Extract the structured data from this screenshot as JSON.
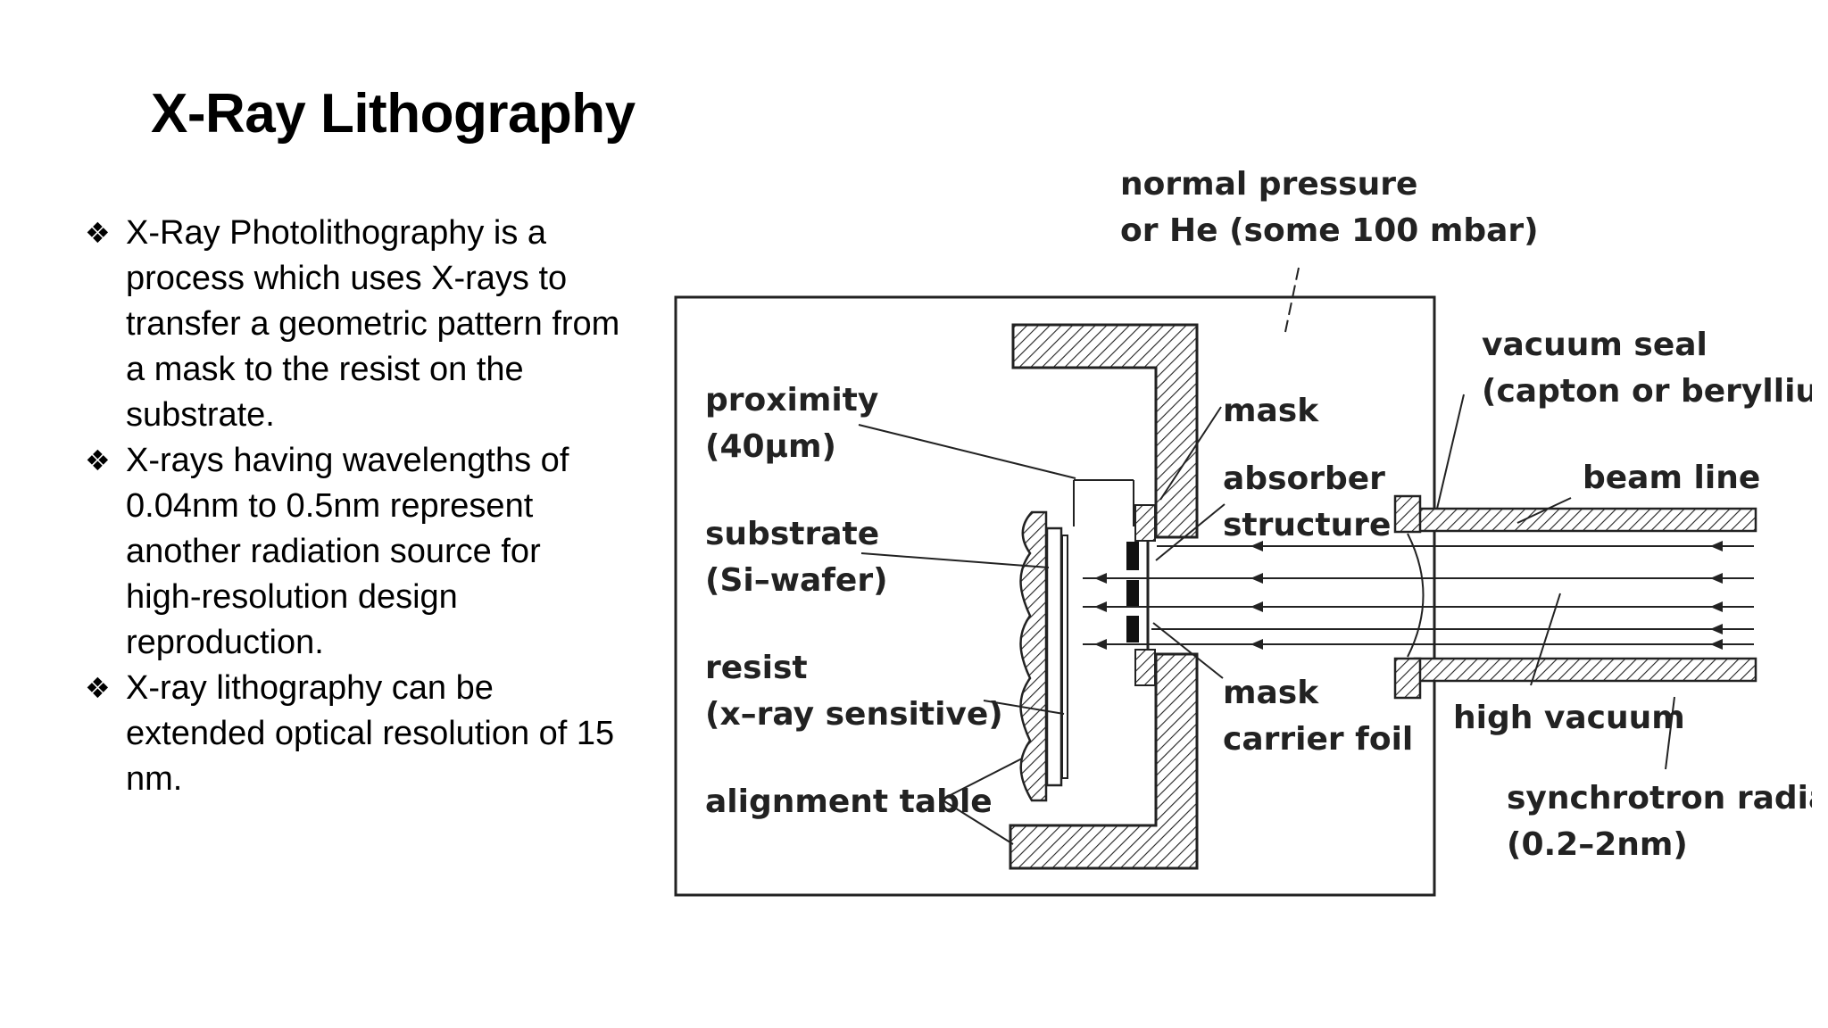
{
  "title": "X-Ray Lithography",
  "bullets": [
    {
      "icon": "diamond-bullet-icon",
      "text": "X-Ray Photolithography is a process which uses X-rays to transfer a geometric pattern from a mask to the resist on the substrate."
    },
    {
      "icon": "diamond-bullet-icon",
      "text": "X-rays having wavelengths of 0.04nm to 0.5nm represent another radiation source for high-resolution design reproduction."
    },
    {
      "icon": "diamond-bullet-icon",
      "text": "X-ray lithography can be extended optical resolution of 15 nm."
    }
  ],
  "diagram": {
    "labels": {
      "normal_pressure_1": "normal pressure",
      "normal_pressure_2": "or He (some 100 mbar)",
      "vacuum_seal_1": "vacuum seal",
      "vacuum_seal_2": "(capton or beryllium)",
      "beam_line": "beam line",
      "mask": "mask",
      "absorber_1": "absorber",
      "absorber_2": "structure",
      "proximity_1": "proximity",
      "proximity_2": "(40µm)",
      "substrate_1": "substrate",
      "substrate_2": "(Si–wafer)",
      "resist_1": "resist",
      "resist_2": "(x–ray sensitive)",
      "mask_carrier_1": "mask",
      "mask_carrier_2": "carrier foil",
      "high_vacuum": "high vacuum",
      "alignment_table": "alignment table",
      "synchrotron_1": "synchrotron radiation",
      "synchrotron_2": "(0.2–2nm)"
    }
  }
}
